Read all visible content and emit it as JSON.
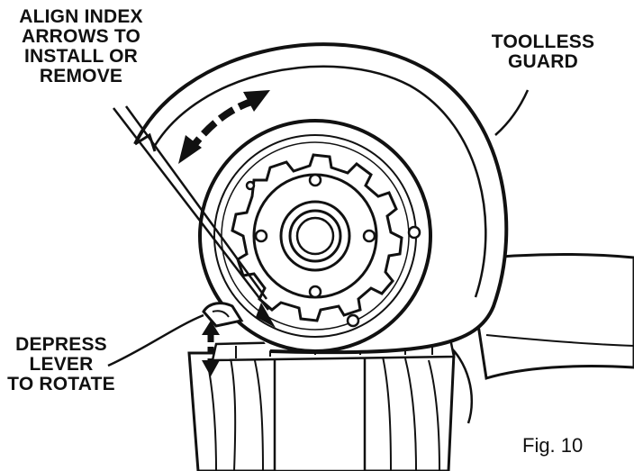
{
  "callouts": {
    "align_index": {
      "lines": [
        "ALIGN INDEX",
        "ARROWS TO",
        "INSTALL OR",
        "REMOVE"
      ]
    },
    "toolless_guard": {
      "lines": [
        "TOOLLESS",
        "GUARD"
      ]
    },
    "depress_lever": {
      "lines": [
        "DEPRESS",
        "LEVER",
        "TO ROTATE"
      ]
    }
  },
  "figure_label": "Fig. 10",
  "colors": {
    "ink": "#111111",
    "paper": "#ffffff"
  },
  "icons": {
    "rotate_arrow": "curved-double-arrow-icon",
    "lever_arrow": "vertical-double-arrow-icon",
    "index_arrow": "index-arrow-icon"
  }
}
